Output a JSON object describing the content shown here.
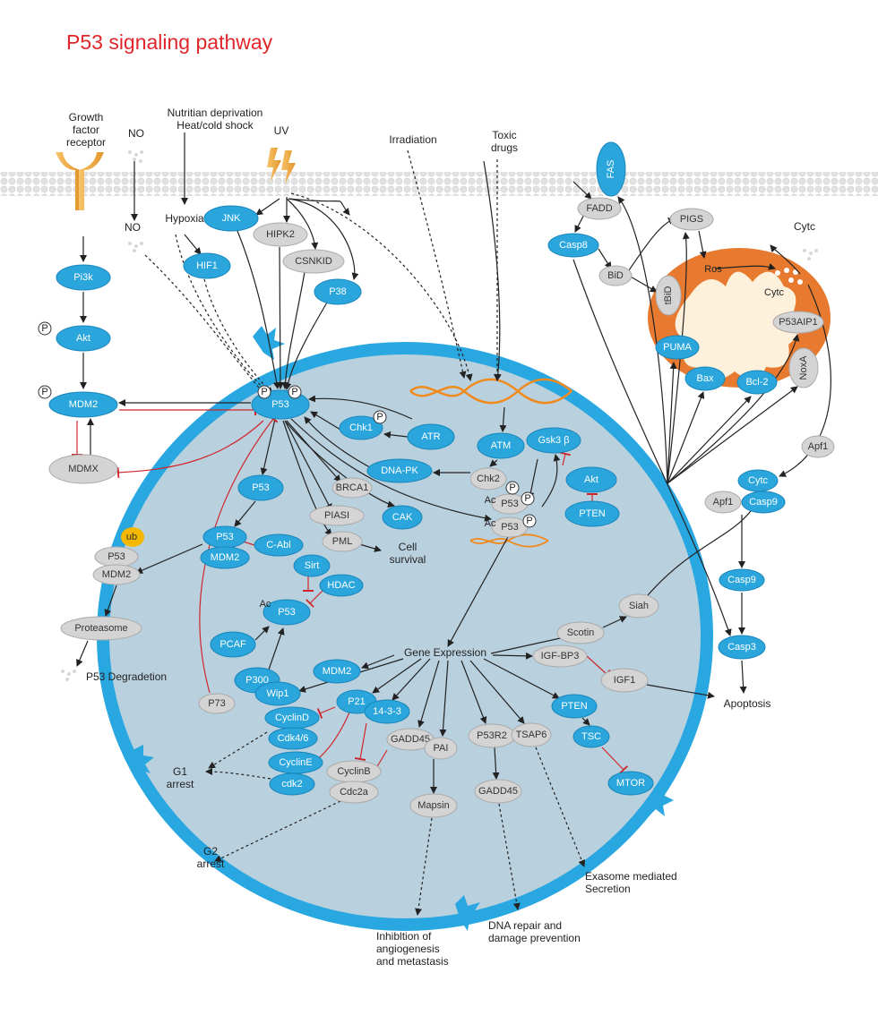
{
  "title": "P53 signaling pathway",
  "stimuli": {
    "growth_factor": [
      "Growth",
      "factor",
      "receptor"
    ],
    "no_top": "NO",
    "no_bottom": "NO",
    "nutrition": [
      "Nutritian deprivation",
      "Heat/cold shock"
    ],
    "hypoxia": "Hypoxia",
    "uv": "UV",
    "irradiation": "Irradiation",
    "toxic": [
      "Toxic",
      "drugs"
    ],
    "cytc_out": "Cytc"
  },
  "outcomes": {
    "p53_degradation": "P53 Degradetion",
    "cell_survival": [
      "Cell",
      "survival"
    ],
    "g1_arrest": [
      "G1",
      "arrest"
    ],
    "g2_arrest": [
      "G2",
      "arrest"
    ],
    "apoptosis": "Apoptosis",
    "angiogenesis": [
      "Inhibltion of",
      "angiogenesis",
      "and metastasis"
    ],
    "dna_repair": [
      "DNA repair and",
      "damage prevention"
    ],
    "exosome": [
      "Exasome mediated",
      "Secretion"
    ],
    "gene_expression": "Gene Expression"
  },
  "phospho": "P",
  "acetyl": "Ac",
  "ubiquitin": "ub",
  "nodes": [
    {
      "id": "pi3k",
      "label": "Pi3k",
      "color": "blue"
    },
    {
      "id": "akt-left",
      "label": "Akt",
      "color": "blue"
    },
    {
      "id": "mdm2-left",
      "label": "MDM2",
      "color": "blue"
    },
    {
      "id": "mdmx",
      "label": "MDMX",
      "color": "gray"
    },
    {
      "id": "jnk",
      "label": "JNK",
      "color": "blue"
    },
    {
      "id": "hipk2",
      "label": "HIPK2",
      "color": "gray"
    },
    {
      "id": "csnkid",
      "label": "CSNKID",
      "color": "gray"
    },
    {
      "id": "hif1",
      "label": "HIF1",
      "color": "blue"
    },
    {
      "id": "p38",
      "label": "P38",
      "color": "blue"
    },
    {
      "id": "p53-main",
      "label": "P53",
      "color": "blue"
    },
    {
      "id": "chk1",
      "label": "Chk1",
      "color": "blue"
    },
    {
      "id": "atr",
      "label": "ATR",
      "color": "blue"
    },
    {
      "id": "atm",
      "label": "ATM",
      "color": "blue"
    },
    {
      "id": "chk2",
      "label": "Chk2",
      "color": "gray"
    },
    {
      "id": "dna-pk",
      "label": "DNA-PK",
      "color": "blue"
    },
    {
      "id": "gsk3b",
      "label": "Gsk3 β",
      "color": "blue"
    },
    {
      "id": "akt-nuc",
      "label": "Akt",
      "color": "blue"
    },
    {
      "id": "pten-nuc",
      "label": "PTEN",
      "color": "blue"
    },
    {
      "id": "p53-ac1",
      "label": "P53",
      "color": "gray"
    },
    {
      "id": "p53-ac2",
      "label": "P53",
      "color": "gray"
    },
    {
      "id": "brca1",
      "label": "BRCA1",
      "color": "gray"
    },
    {
      "id": "cak",
      "label": "CAK",
      "color": "blue"
    },
    {
      "id": "piasi",
      "label": "PIASI",
      "color": "gray"
    },
    {
      "id": "pml",
      "label": "PML",
      "color": "gray"
    },
    {
      "id": "p53-a",
      "label": "P53",
      "color": "blue"
    },
    {
      "id": "p53-b",
      "label": "P53",
      "color": "blue"
    },
    {
      "id": "mdm2-b",
      "label": "MDM2",
      "color": "blue"
    },
    {
      "id": "c-abl",
      "label": "C-Abl",
      "color": "blue"
    },
    {
      "id": "p53-ub",
      "label": "P53",
      "color": "gray"
    },
    {
      "id": "mdm2-ub",
      "label": "MDM2",
      "color": "gray"
    },
    {
      "id": "proteasome",
      "label": "Proteasome",
      "color": "gray"
    },
    {
      "id": "sirt",
      "label": "Sirt",
      "color": "blue"
    },
    {
      "id": "hdac",
      "label": "HDAC",
      "color": "blue"
    },
    {
      "id": "p53-c",
      "label": "P53",
      "color": "blue"
    },
    {
      "id": "pcaf",
      "label": "PCAF",
      "color": "blue"
    },
    {
      "id": "p300",
      "label": "P300",
      "color": "blue"
    },
    {
      "id": "p73",
      "label": "P73",
      "color": "gray"
    },
    {
      "id": "mdm2-c",
      "label": "MDM2",
      "color": "blue"
    },
    {
      "id": "wip1",
      "label": "Wip1",
      "color": "blue"
    },
    {
      "id": "p21",
      "label": "P21",
      "color": "blue"
    },
    {
      "id": "cyclind",
      "label": "CyclinD",
      "color": "blue"
    },
    {
      "id": "cdk46",
      "label": "Cdk4/6",
      "color": "blue"
    },
    {
      "id": "cycline",
      "label": "CyclinE",
      "color": "blue"
    },
    {
      "id": "cdk2",
      "label": "cdk2",
      "color": "blue"
    },
    {
      "id": "1433",
      "label": "14-3-3",
      "color": "blue"
    },
    {
      "id": "cyclinb",
      "label": "CyclinB",
      "color": "gray"
    },
    {
      "id": "cdc2a",
      "label": "Cdc2a",
      "color": "gray"
    },
    {
      "id": "gadd45-a",
      "label": "GADD45",
      "color": "gray"
    },
    {
      "id": "pai",
      "label": "PAI",
      "color": "gray"
    },
    {
      "id": "mapsin",
      "label": "Mapsin",
      "color": "gray"
    },
    {
      "id": "p53r2",
      "label": "P53R2",
      "color": "gray"
    },
    {
      "id": "gadd45-b",
      "label": "GADD45",
      "color": "gray"
    },
    {
      "id": "tsap6",
      "label": "TSAP6",
      "color": "gray"
    },
    {
      "id": "pten",
      "label": "PTEN",
      "color": "blue"
    },
    {
      "id": "tsc",
      "label": "TSC",
      "color": "blue"
    },
    {
      "id": "mtor",
      "label": "MTOR",
      "color": "blue"
    },
    {
      "id": "igf-bp3",
      "label": "IGF-BP3",
      "color": "gray"
    },
    {
      "id": "igf1",
      "label": "IGF1",
      "color": "gray"
    },
    {
      "id": "scotin",
      "label": "Scotin",
      "color": "gray"
    },
    {
      "id": "siah",
      "label": "Siah",
      "color": "gray"
    },
    {
      "id": "fas",
      "label": "FAS",
      "color": "blue"
    },
    {
      "id": "fadd",
      "label": "FADD",
      "color": "gray"
    },
    {
      "id": "casp8",
      "label": "Casp8",
      "color": "blue"
    },
    {
      "id": "bid",
      "label": "BiD",
      "color": "gray"
    },
    {
      "id": "pigs",
      "label": "PIGS",
      "color": "gray"
    },
    {
      "id": "tbid",
      "label": "tBiD",
      "color": "gray"
    },
    {
      "id": "puma",
      "label": "PUMA",
      "color": "blue"
    },
    {
      "id": "bax",
      "label": "Bax",
      "color": "blue"
    },
    {
      "id": "bcl2",
      "label": "Bcl-2",
      "color": "blue"
    },
    {
      "id": "noxa",
      "label": "NoxA",
      "color": "gray"
    },
    {
      "id": "p53aip1",
      "label": "P53AIP1",
      "color": "gray"
    },
    {
      "id": "apf1-top",
      "label": "Apf1",
      "color": "gray"
    },
    {
      "id": "cytc",
      "label": "Cytc",
      "color": "blue"
    },
    {
      "id": "apf1",
      "label": "Apf1",
      "color": "gray"
    },
    {
      "id": "casp9-a",
      "label": "Casp9",
      "color": "blue"
    },
    {
      "id": "casp9-b",
      "label": "Casp9",
      "color": "blue"
    },
    {
      "id": "casp3",
      "label": "Casp3",
      "color": "blue"
    }
  ],
  "mito_labels": {
    "ros": "Ros",
    "cytc": "Cytc"
  }
}
